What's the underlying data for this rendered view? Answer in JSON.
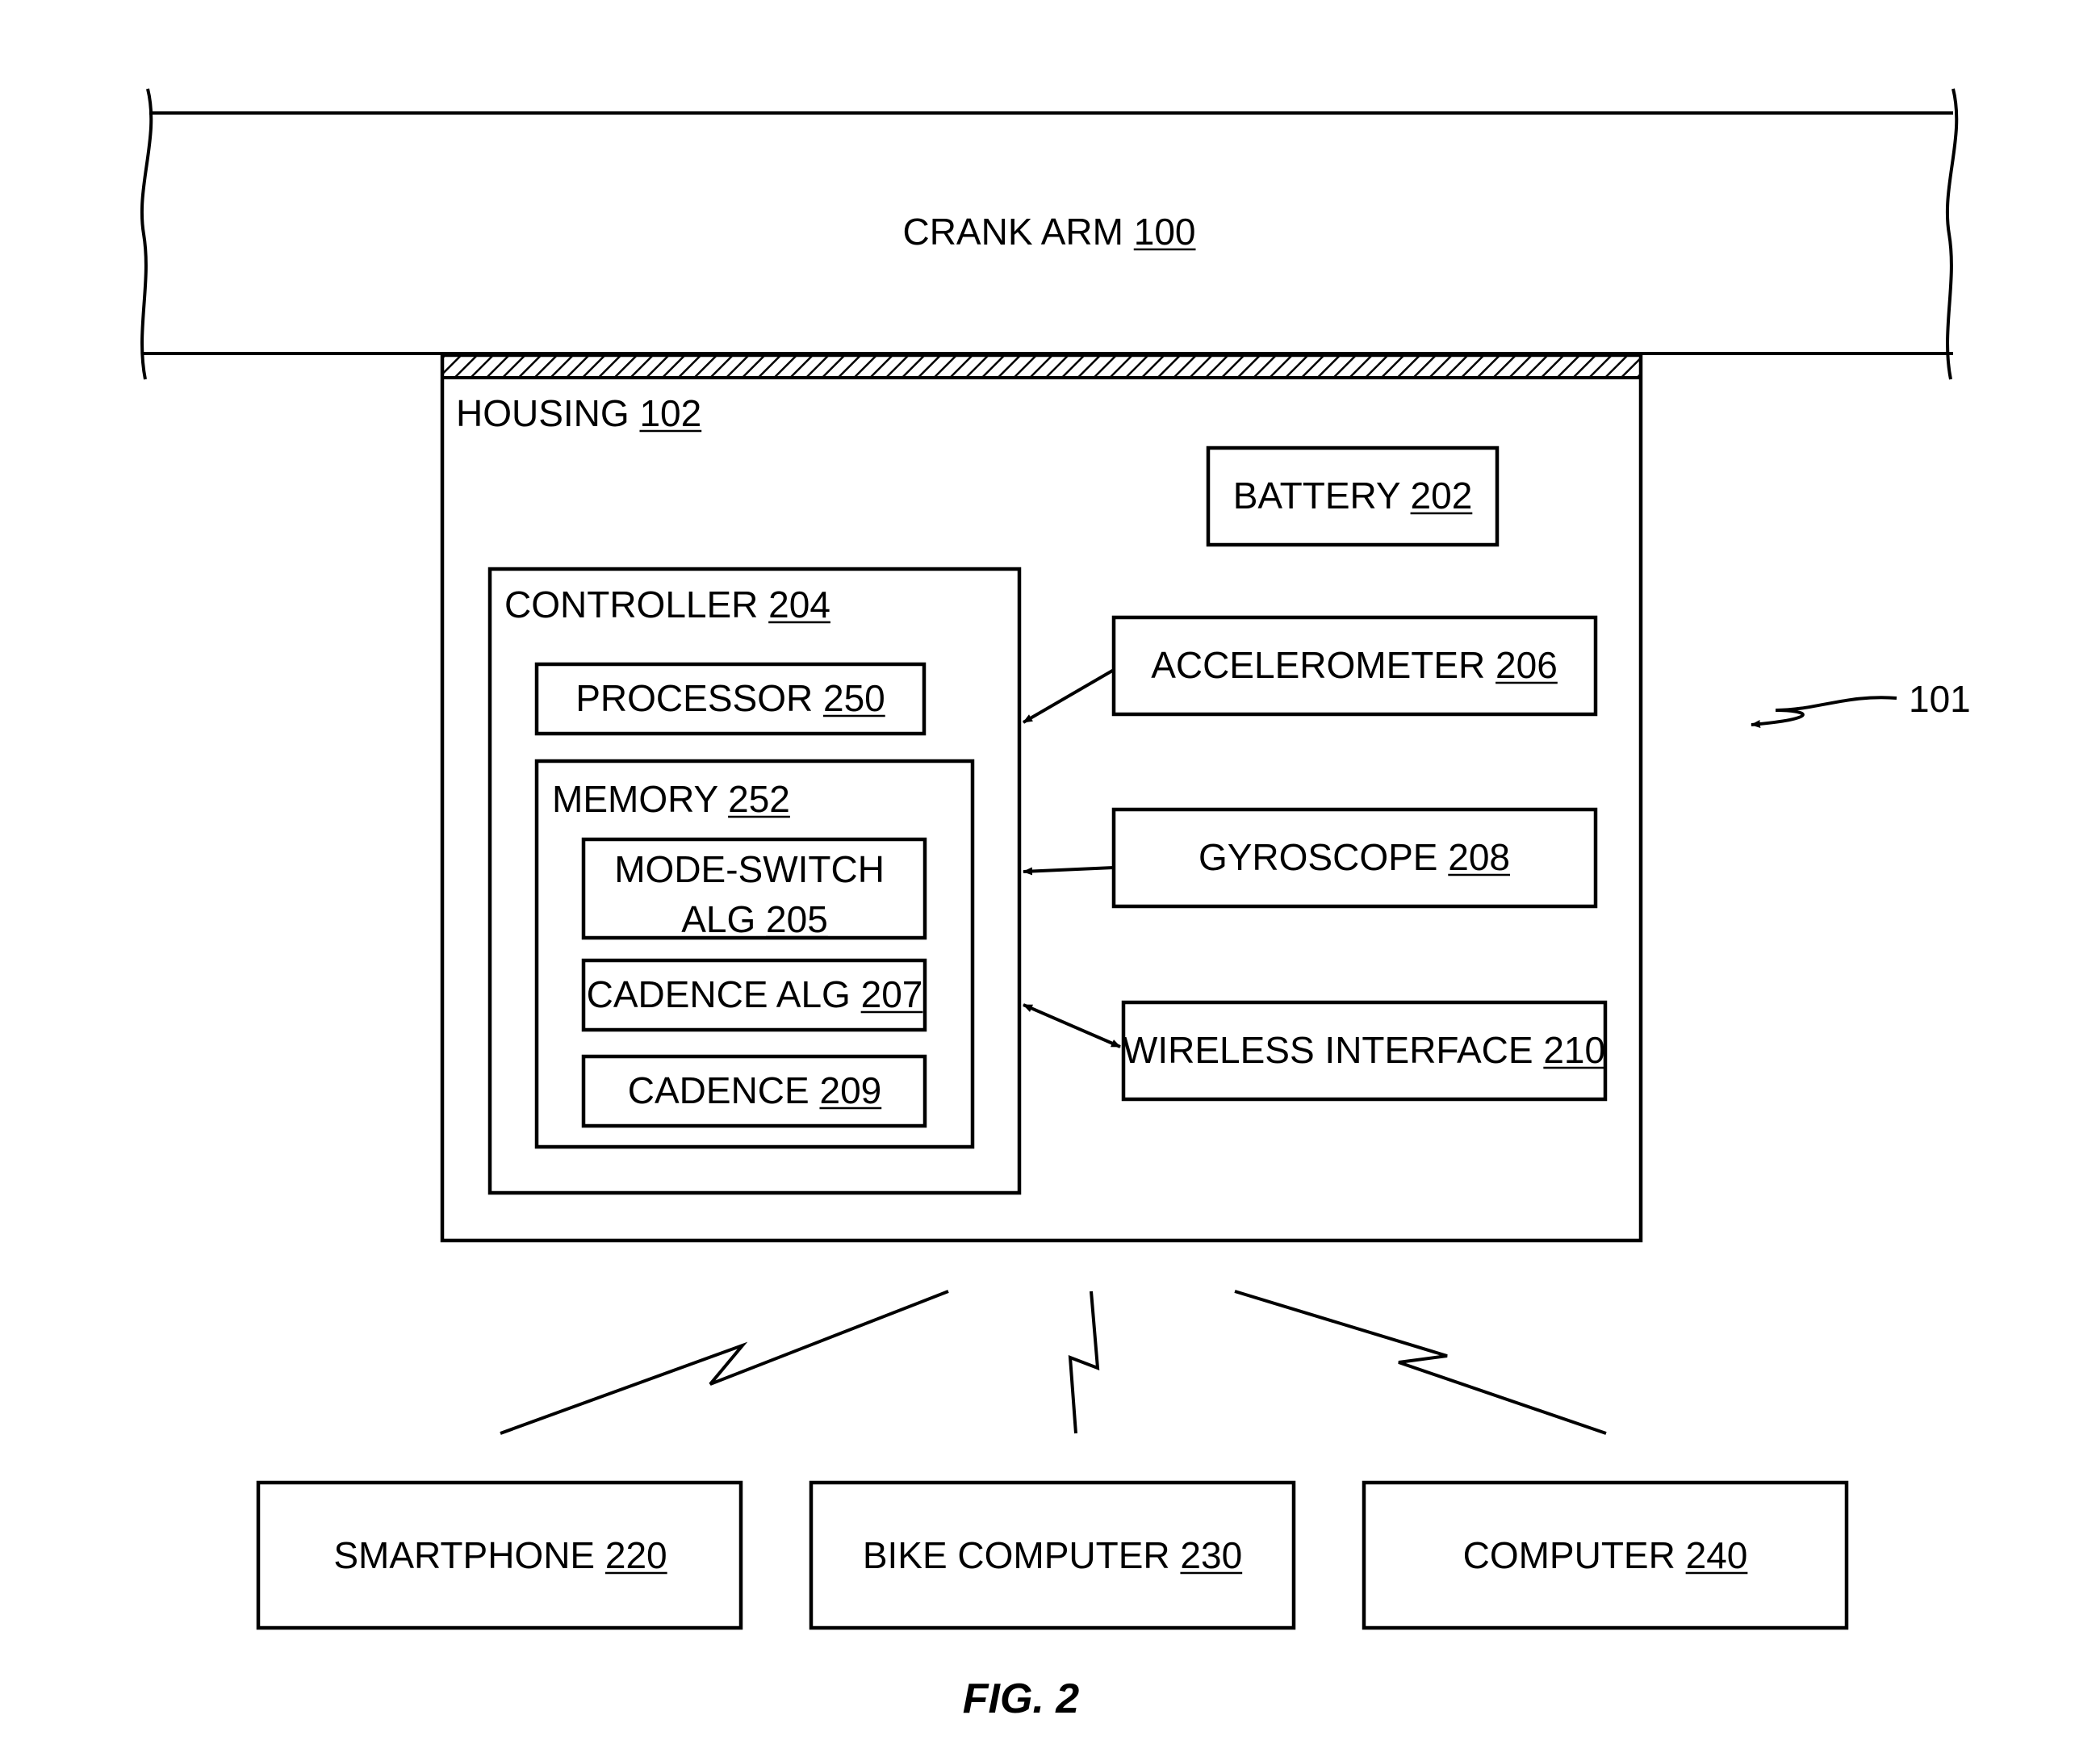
{
  "crank_arm": {
    "label": "CRANK ARM",
    "ref": "100"
  },
  "housing": {
    "label": "HOUSING",
    "ref": "102"
  },
  "battery": {
    "label": "BATTERY",
    "ref": "202"
  },
  "controller": {
    "label": "CONTROLLER",
    "ref": "204"
  },
  "processor": {
    "label": "PROCESSOR",
    "ref": "250"
  },
  "memory": {
    "label": "MEMORY",
    "ref": "252"
  },
  "mode_switch": {
    "label_line1": "MODE-SWITCH",
    "label_line2": "ALG",
    "ref": "205"
  },
  "cadence_alg": {
    "label": "CADENCE ALG",
    "ref": "207"
  },
  "cadence": {
    "label": "CADENCE",
    "ref": "209"
  },
  "accelerometer": {
    "label": "ACCELEROMETER",
    "ref": "206"
  },
  "gyroscope": {
    "label": "GYROSCOPE",
    "ref": "208"
  },
  "wireless_interface": {
    "label": "WIRELESS INTERFACE",
    "ref": "210"
  },
  "device_ref": "101",
  "smartphone": {
    "label": "SMARTPHONE",
    "ref": "220"
  },
  "bike_computer": {
    "label": "BIKE COMPUTER",
    "ref": "230"
  },
  "computer": {
    "label": "COMPUTER",
    "ref": "240"
  },
  "figure_caption": "FIG. 2"
}
